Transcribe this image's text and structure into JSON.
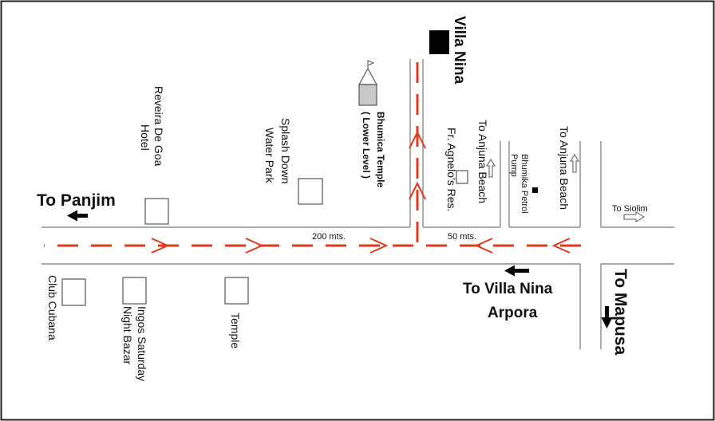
{
  "colors": {
    "route": "#e4381a",
    "destination_label": "#e4381a",
    "road": "#777777",
    "text": "#111111",
    "marker": "#000000",
    "temple_fill": "#c9c9c9"
  },
  "destination": {
    "name": "Villa Nina"
  },
  "directions": {
    "to_panjim": "To Panjim",
    "to_villa_nina": "To Villa Nina",
    "arpora": "Arpora",
    "to_mapusa": "To Mapusa",
    "to_siolim": "To Siolim",
    "to_anjuna_beach_1": "To Anjuna Beach",
    "to_anjuna_beach_2": "To Anjuna Beach"
  },
  "distances": {
    "d200": "200 mts.",
    "d50": "50 mts."
  },
  "landmarks": {
    "reveira_line1": "Reveira De Goa",
    "reveira_line2": "Hotel",
    "splash_line1": "Splash Down",
    "splash_line2": "Water Park",
    "bhumica_temple_line1": "Bhumica Temple",
    "bhumica_temple_line2": "( Lower Level )",
    "agnelo_res": "Fr. Agnelo's Res.",
    "petrol_line1": "Bhumika Petrol",
    "petrol_line2": "Pump",
    "club_cubana": "Club Cubana",
    "ingos_line1": "Ingos Saturday",
    "ingos_line2": "Night Bazar",
    "temple": "Temple"
  }
}
